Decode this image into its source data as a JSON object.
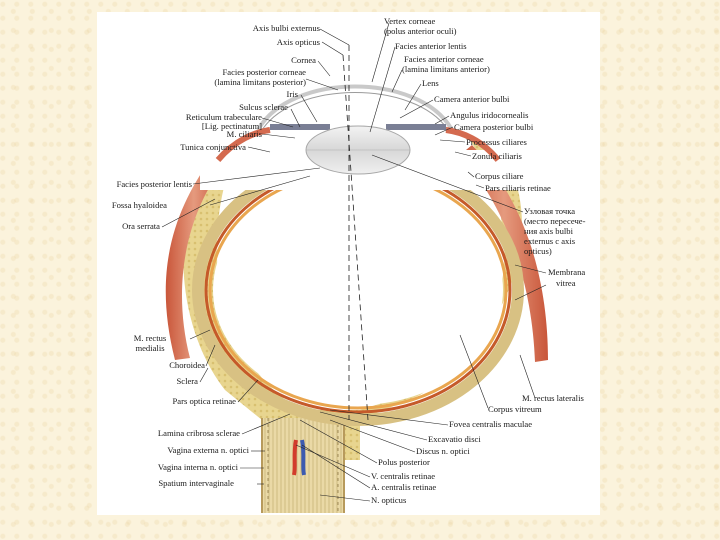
{
  "labels": {
    "axis_bulbi_externus": "Axis bulbi externus",
    "axis_opticus": "Axis opticus",
    "cornea": "Cornea",
    "facies_posterior_corneae_1": "Facies posterior corneae",
    "facies_posterior_corneae_2": "(lamina limitans posterior)",
    "iris": "Iris",
    "sulcus_sclerae": "Sulcus sclerae",
    "reticulum_trabeculare_1": "Reticulum trabeculare",
    "reticulum_trabeculare_2": "[Lig. pectinatum]",
    "m_ciliaris": "M. ciliaris",
    "tunica_conjunctiva": "Tunica conjunctiva",
    "facies_posterior_lentis": "Facies posterior lentis",
    "fossa_hyaloidea": "Fossa hyaloidea",
    "ora_serrata": "Ora serrata",
    "m_rectus_medialis_1": "M. rectus",
    "m_rectus_medialis_2": "medialis",
    "choroidea": "Choroidea",
    "sclera": "Sclera",
    "pars_optica_retinae": "Pars optica retinae",
    "lamina_cribrosa_sclerae": "Lamina cribrosa sclerae",
    "vagina_externa": "Vagina externa n. optici",
    "vagina_interna": "Vagina interna n. optici",
    "spatium_intervaginale": "Spatium intervaginale",
    "vertex_corneae_1": "Vertex corneae",
    "vertex_corneae_2": "(polus anterior oculi)",
    "facies_anterior_lentis": "Facies anterior lentis",
    "facies_anterior_corneae_1": "Facies anterior corneae",
    "facies_anterior_corneae_2": "(lamina limitans anterior)",
    "lens": "Lens",
    "camera_anterior_bulbi": "Camera anterior bulbi",
    "angulus_iridocornealis": "Angulus iridocornealis",
    "camera_posterior_bulbi": "Camera posterior bulbi",
    "processus_ciliares": "Processus ciliares",
    "zonula_ciliaris": "Zonula ciliaris",
    "corpus_ciliare": "Corpus ciliare",
    "pars_ciliaris_retinae": "Pars ciliaris retinae",
    "nodal_point_1": "Узловая точка",
    "nodal_point_2": "(место пересече-",
    "nodal_point_3": "ния axis bulbi",
    "nodal_point_4": "externus с axis",
    "nodal_point_5": "opticus)",
    "membrana_vitrea_1": "Membrana",
    "membrana_vitrea_2": "vitrea",
    "m_rectus_lateralis": "M. rectus lateralis",
    "corpus_vitreum": "Corpus vitreum",
    "fovea_centralis": "Fovea centralis maculae",
    "excavatio_disci": "Excavatio disci",
    "discus_n_optici": "Discus n. optici",
    "polus_posterior": "Polus posterior",
    "v_centralis_retinae": "V. centralis retinae",
    "a_centralis_retinae": "A. centralis retinae",
    "n_opticus": "N. opticus"
  }
}
